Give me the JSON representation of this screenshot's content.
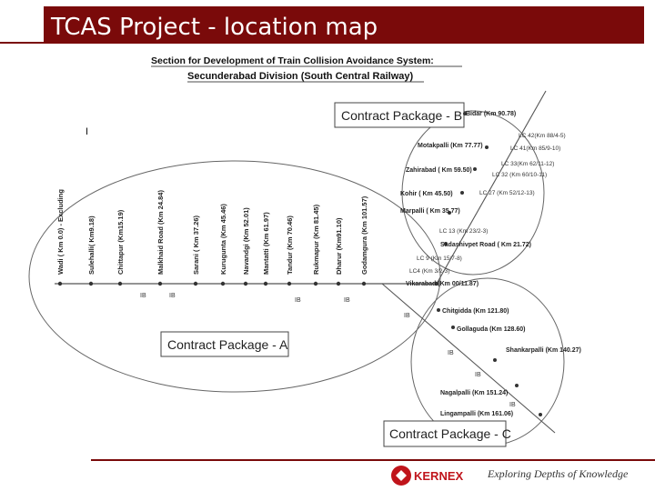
{
  "slide": {
    "title": "TCAS Project - location map"
  },
  "diagram": {
    "heading_line1": "Section for Development of Train Collision Avoidance System:",
    "heading_line2": "Secunderabad  Division (South Central Railway)",
    "marker_I": "I",
    "packages": {
      "a": "Contract Package - A",
      "b": "Contract Package - B",
      "c": "Contract Package - C"
    },
    "line_a_stations": [
      "Wadi ( Km 0.0) - Excluding",
      "Sulehalli( Km9.18)",
      "Chittapur (Km15.19)",
      "Malkhaid Road (Km 24.84)",
      "Sarani ( Km 37.26)",
      "Kurugunta (Km 45.46)",
      "Navandgi (Km 52.01)",
      "Mantatti (Km 61.97)",
      "Tandur (Km 70.46)",
      "Rukmapur (Km 81.45)",
      "Dharur (Km91.10)",
      "Godamgura (Km 101.57)"
    ],
    "line_b_labels": [
      "Bidar (Km 90.78)",
      "LC 42(Km 88/4-5)",
      "Motakpalli (Km 77.77)",
      "LC 41(Km 85/9-10)",
      "LC 33(Km 62/11-12)",
      "Zahirabad ( Km 59.50)",
      "LC 32 (Km 60/10-11)",
      "Kohir ( Km 45.50)",
      "LC 27 (Km 52/12-13)",
      "Marpalli ( Km 35.77)",
      "LC 13 (Km 23/2-3)",
      "Sadashivpet Road ( Km 21.72)",
      "LC 9 (Km 15/7-8)",
      "LC4 (Km 3/2-3)",
      "Vikarabad (Km 00/11.87)"
    ],
    "line_c_labels": [
      "Chitgidda (Km 121.80)",
      "Gollaguda (Km 128.60)",
      "Shankarpalli (Km 140.27)",
      "Nagalpalli (Km 151.24)",
      "Lingampalli (Km 161.06)"
    ],
    "ib_label": "IB"
  },
  "footer": {
    "logo_text": "KERNEX",
    "tagline": "Exploring Depths of Knowledge"
  },
  "colors": {
    "brand": "#7a0a0a",
    "logo_red": "#c0141b"
  }
}
